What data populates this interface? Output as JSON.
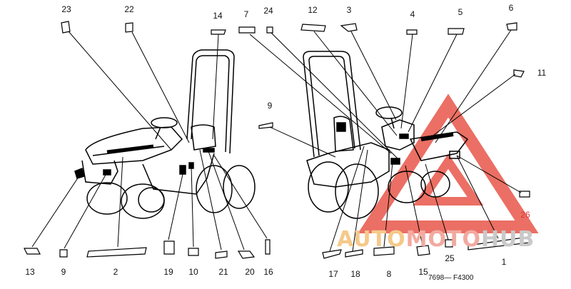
{
  "diagram": {
    "callouts": [
      "23",
      "22",
      "14",
      "7",
      "24",
      "12",
      "3",
      "4",
      "5",
      "6",
      "11",
      "9",
      "26",
      "13",
      "9",
      "2",
      "19",
      "10",
      "21",
      "20",
      "16",
      "17",
      "18",
      "8",
      "15",
      "25",
      "1"
    ],
    "figure_code": "7698— F4300"
  },
  "watermark": {
    "part1": "AUTO",
    "part2": "MOTO",
    "part3": "HUB",
    "colors": {
      "triangle": "#e23a2e",
      "auto": "#f5c98a",
      "moto": "#f2aaa0",
      "hub": "#c9c9c9"
    }
  }
}
